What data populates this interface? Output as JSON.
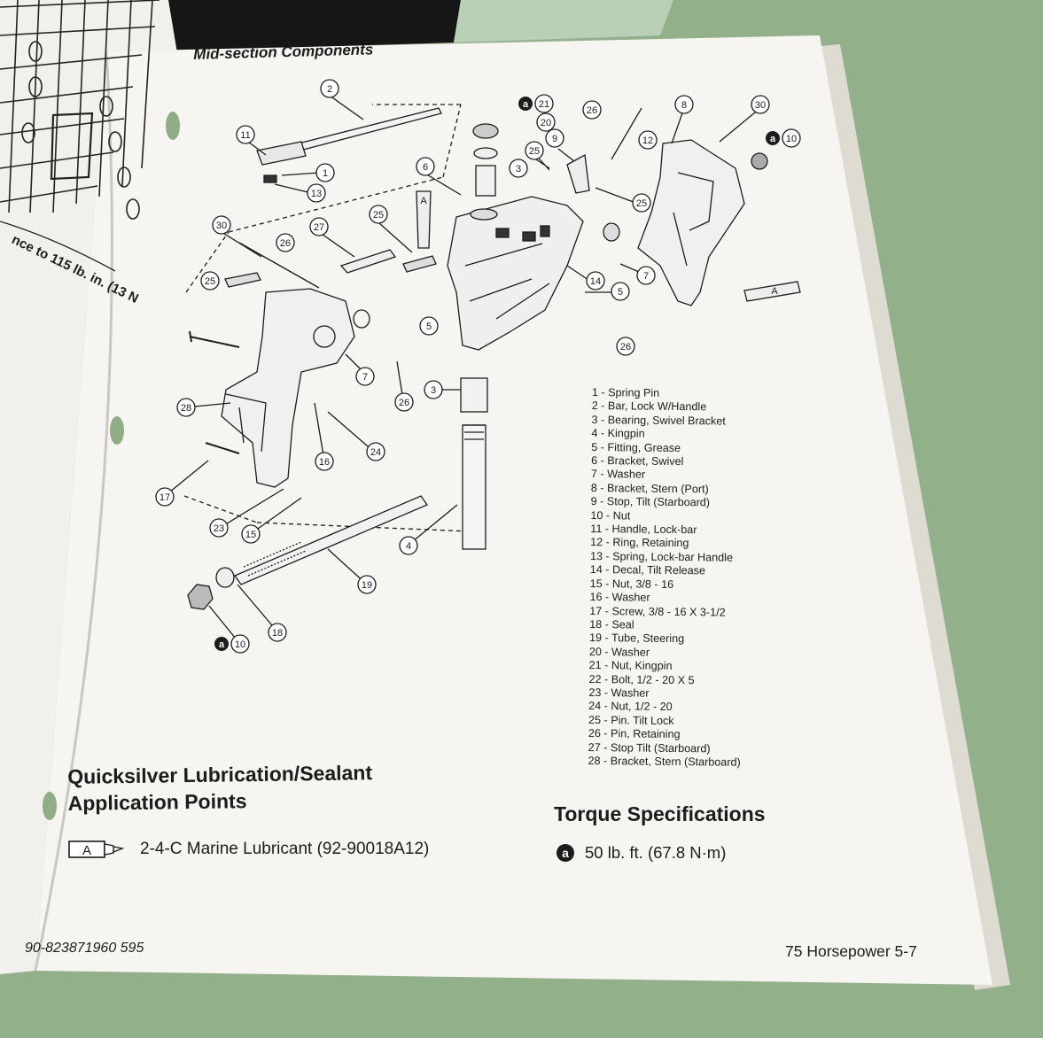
{
  "page_title": "Mid-section Components",
  "side_note": "nce to 115 lb. in. (13 N",
  "legend": [
    "1 - Spring Pin",
    "2 - Bar, Lock W/Handle",
    "3 - Bearing, Swivel Bracket",
    "4 - Kingpin",
    "5 - Fitting, Grease",
    "6 - Bracket, Swivel",
    "7 - Washer",
    "8 - Bracket, Stern (Port)",
    "9 - Stop, Tilt (Starboard)",
    "10 - Nut",
    "11 - Handle, Lock-bar",
    "12 - Ring, Retaining",
    "13 - Spring, Lock-bar Handle",
    "14 - Decal, Tilt Release",
    "15 - Nut, 3/8 - 16",
    "16 - Washer",
    "17 - Screw, 3/8 - 16 X 3-1/2",
    "18 - Seal",
    "19 - Tube, Steering",
    "20 - Washer",
    "21 - Nut, Kingpin",
    "22 - Bolt, 1/2 - 20 X 5",
    "23 - Washer",
    "24 - Nut, 1/2 - 20",
    "25 - Pin. Tilt Lock",
    "26 - Pin, Retaining",
    "27 - Stop Tilt (Starboard)",
    "28 - Bracket, Stern (Starboard)"
  ],
  "lubrication": {
    "heading_line1": "Quicksilver Lubrication/Sealant",
    "heading_line2": "Application Points",
    "symbol": "A",
    "item": "2-4-C Marine Lubricant (92-90018A12)"
  },
  "torque": {
    "heading": "Torque Specifications",
    "badge": "a",
    "value": "50 lb. ft. (67.8 N·m)"
  },
  "diagram": {
    "callouts": [
      {
        "label": "2"
      },
      {
        "label": "21",
        "badge": "a"
      },
      {
        "label": "20"
      },
      {
        "label": "26"
      },
      {
        "label": "8"
      },
      {
        "label": "30"
      },
      {
        "label": "10",
        "badge": "a"
      },
      {
        "label": "11"
      },
      {
        "label": "1"
      },
      {
        "label": "13"
      },
      {
        "label": "6"
      },
      {
        "label": "9"
      },
      {
        "label": "12"
      },
      {
        "label": "25"
      },
      {
        "label": "3"
      },
      {
        "label": "25"
      },
      {
        "label": "30"
      },
      {
        "label": "27"
      },
      {
        "label": "25"
      },
      {
        "label": "26"
      },
      {
        "label": "25"
      },
      {
        "label": "5"
      },
      {
        "label": "14"
      },
      {
        "label": "7"
      },
      {
        "label": "5"
      },
      {
        "label": "7"
      },
      {
        "label": "26"
      },
      {
        "label": "3"
      },
      {
        "label": "26"
      },
      {
        "label": "28"
      },
      {
        "label": "24"
      },
      {
        "label": "16"
      },
      {
        "label": "17"
      },
      {
        "label": "23"
      },
      {
        "label": "15"
      },
      {
        "label": "4"
      },
      {
        "label": "19"
      },
      {
        "label": "18"
      },
      {
        "label": "10",
        "badge": "a"
      }
    ],
    "tube_labels": [
      "A",
      "A"
    ]
  },
  "footer": {
    "left": "90-823871960  595",
    "right": "75 Horsepower  5-7"
  }
}
